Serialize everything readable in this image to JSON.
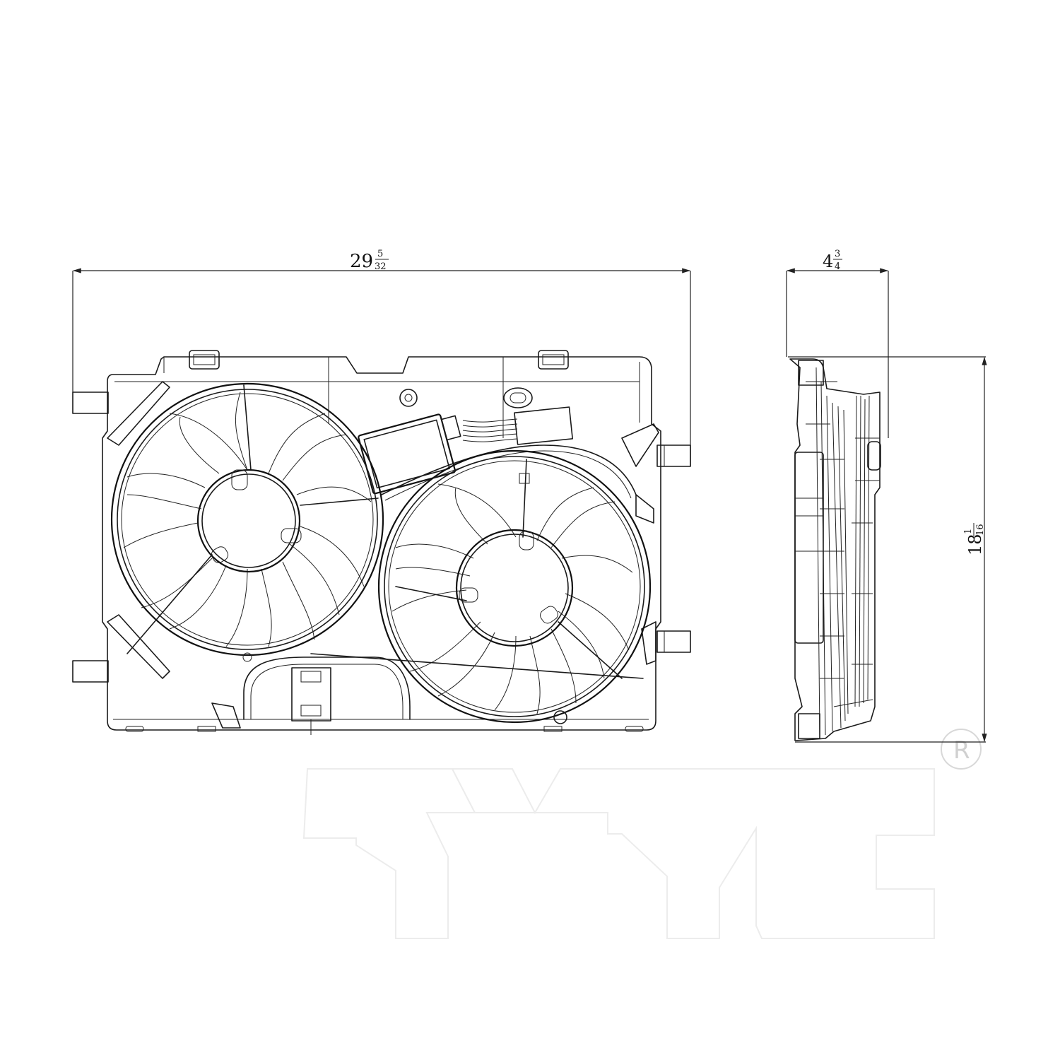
{
  "drawing": {
    "subject": "Dual radiator cooling fan assembly",
    "views": [
      "front-view",
      "side-view"
    ]
  },
  "dimensions": {
    "width": {
      "whole": "29",
      "numerator": "5",
      "denominator": "32"
    },
    "depth": {
      "whole": "4",
      "numerator": "3",
      "denominator": "4"
    },
    "height": {
      "whole": "18",
      "numerator": "1",
      "denominator": "16"
    }
  },
  "branding": {
    "watermark": "TYC",
    "registered_mark": "R"
  },
  "colors": {
    "line": "#1a1a1a",
    "background": "#ffffff",
    "watermark_stroke": "#ececec",
    "registered_mark": "#d8d8d8"
  }
}
